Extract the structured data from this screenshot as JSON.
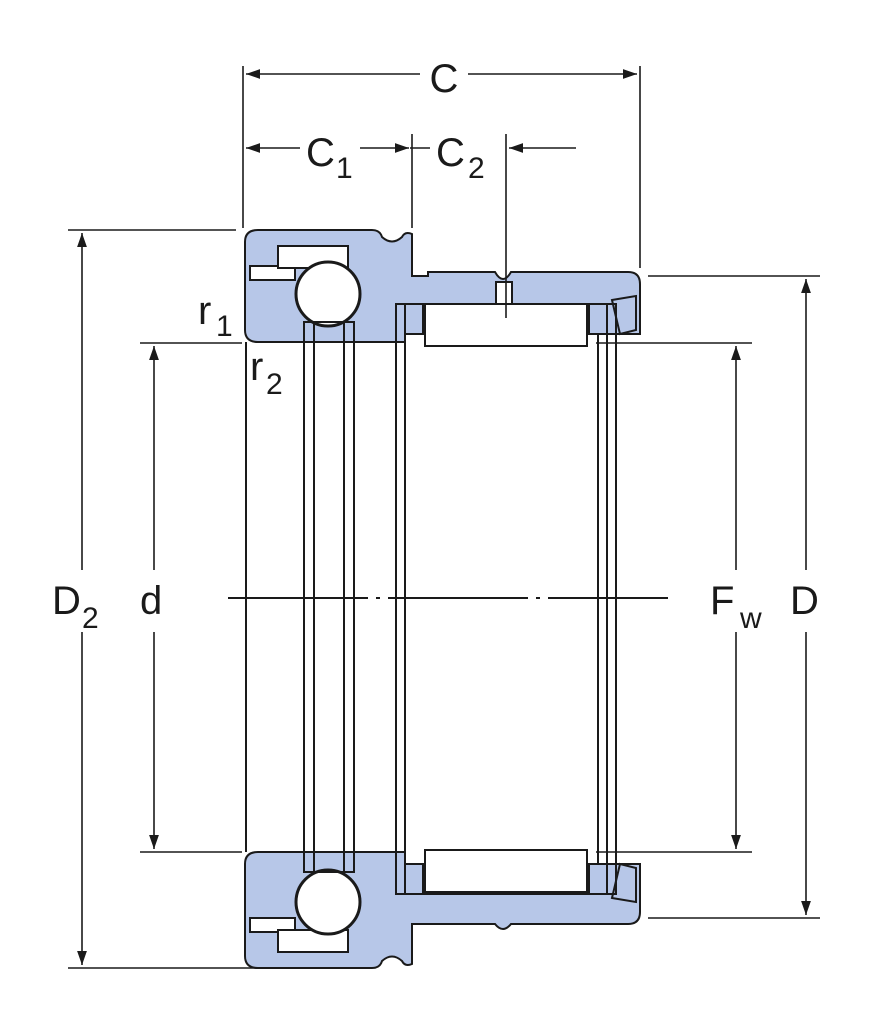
{
  "colors": {
    "fill": "#b7c7e8",
    "stroke": "#1a1a1a",
    "background": "#ffffff"
  },
  "labels": {
    "C": "C",
    "C1_main": "C",
    "C1_sub": "1",
    "C2_main": "C",
    "C2_sub": "2",
    "r1_main": "r",
    "r1_sub": "1",
    "r2_main": "r",
    "r2_sub": "2",
    "D2_main": "D",
    "D2_sub": "2",
    "d": "d",
    "Fw_main": "F",
    "Fw_sub": "w",
    "D": "D"
  }
}
